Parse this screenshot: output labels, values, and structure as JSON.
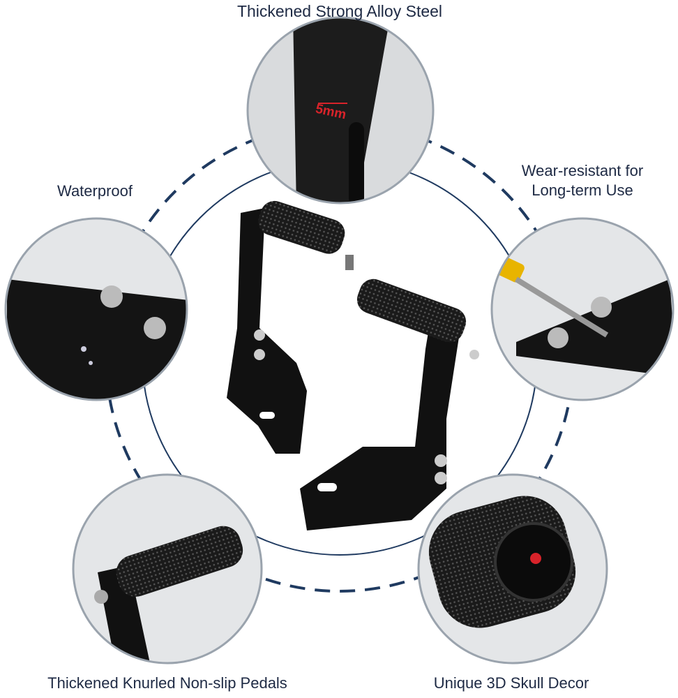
{
  "labels": {
    "top": "Thickened Strong Alloy Steel",
    "left": "Waterproof",
    "right_line1": "Wear-resistant for",
    "right_line2": "Long-term Use",
    "bottom_left": "Thickened Knurled Non-slip Pedals",
    "bottom_right": "Unique 3D Skull Decor"
  },
  "annotation": {
    "thickness": "5mm"
  },
  "colors": {
    "text": "#1e2a44",
    "ring": "#1f3a60",
    "inset_border": "#9aa3ad",
    "annotation": "#d8232a"
  }
}
